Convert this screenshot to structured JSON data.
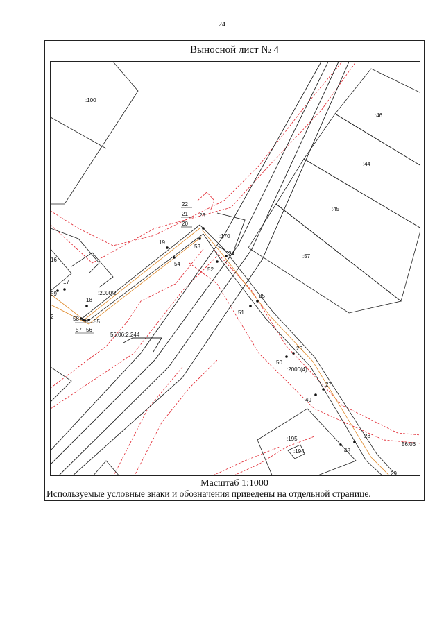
{
  "page_number": "24",
  "sheet_title": "Выносной лист № 4",
  "scale": "Масштаб 1:1000",
  "legend_note": "Используемые условные знаки и обозначения приведены на отдельной странице.",
  "colors": {
    "parcel_boundary": "#222222",
    "red_line": "#e0202a",
    "orange_line": "#e08a2a"
  },
  "parcels": [
    {
      "id": "p100",
      "label": ":100"
    },
    {
      "id": "p46",
      "label": ":46"
    },
    {
      "id": "p44",
      "label": ":44"
    },
    {
      "id": "p45",
      "label": ":45"
    },
    {
      "id": "p57",
      "label": ":57"
    },
    {
      "id": "p195",
      "label": ":195"
    },
    {
      "id": "p194",
      "label": ":194"
    }
  ],
  "zone_labels": {
    "z170": ":170",
    "z2000_2": ":2000/2",
    "z2000_4": ":2000(4)",
    "z56_06_2_244": "56:06:2.244",
    "z56_06": "56:06",
    "z2": "2"
  },
  "points": [
    {
      "label": "16"
    },
    {
      "label": "17"
    },
    {
      "label": "18"
    },
    {
      "label": "19"
    },
    {
      "label": "20"
    },
    {
      "label": "21"
    },
    {
      "label": "22"
    },
    {
      "label": "23"
    },
    {
      "label": "24"
    },
    {
      "label": "25"
    },
    {
      "label": "26"
    },
    {
      "label": "27"
    },
    {
      "label": "28"
    },
    {
      "label": "29"
    },
    {
      "label": "48"
    },
    {
      "label": "49"
    },
    {
      "label": "50"
    },
    {
      "label": "51"
    },
    {
      "label": "52"
    },
    {
      "label": "53"
    },
    {
      "label": "54"
    },
    {
      "label": "55"
    },
    {
      "label": "56"
    },
    {
      "label": "57"
    },
    {
      "label": "58"
    },
    {
      "label": "59"
    }
  ]
}
